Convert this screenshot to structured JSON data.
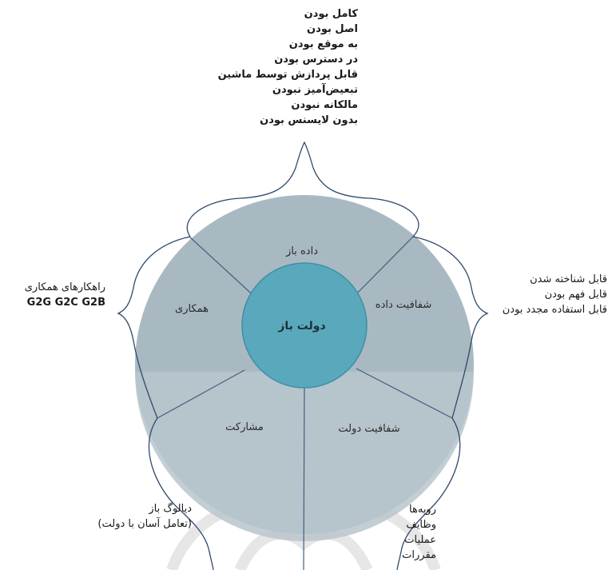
{
  "center": {
    "label": "دولت باز"
  },
  "segments": {
    "open_data": "داده باز",
    "data_transparency": "شفافیت داده",
    "government_transparency": "شفافیت دولت",
    "participation": "مشارکت",
    "collaboration": "همکاری"
  },
  "annotations": {
    "top": [
      "کامل بودن",
      "اصل بودن",
      "به موقع بودن",
      "در دسترس بودن",
      "قابل پردازش توسط ماشین",
      "تبعیض‌آمیز نبودن",
      "مالکانه نبودن",
      "بدون لایسنس بودن"
    ],
    "right": [
      "قابل شناخته شدن",
      "قابل فهم بودن",
      "قابل استفاده مجدد بودن"
    ],
    "left_title": "راهکارهای همکاری",
    "left_codes": "G2G G2C G2B",
    "bottom_left": [
      "دیالوگ باز",
      "(تعامل آسان با دولت)"
    ],
    "bottom_right": [
      "رویه‌ها",
      "وظایف",
      "عملیات",
      "مقررات"
    ]
  },
  "colors": {
    "outer_circle": "#a9b9c1",
    "outer_circle_lower": "#b9c6cc",
    "divider_lines": "#3f5f80",
    "center_fill": "#59a8bb",
    "center_stroke": "#3e8fa5",
    "brace_stroke": "#2f4a6b",
    "watermark": "#e3e3e3"
  }
}
